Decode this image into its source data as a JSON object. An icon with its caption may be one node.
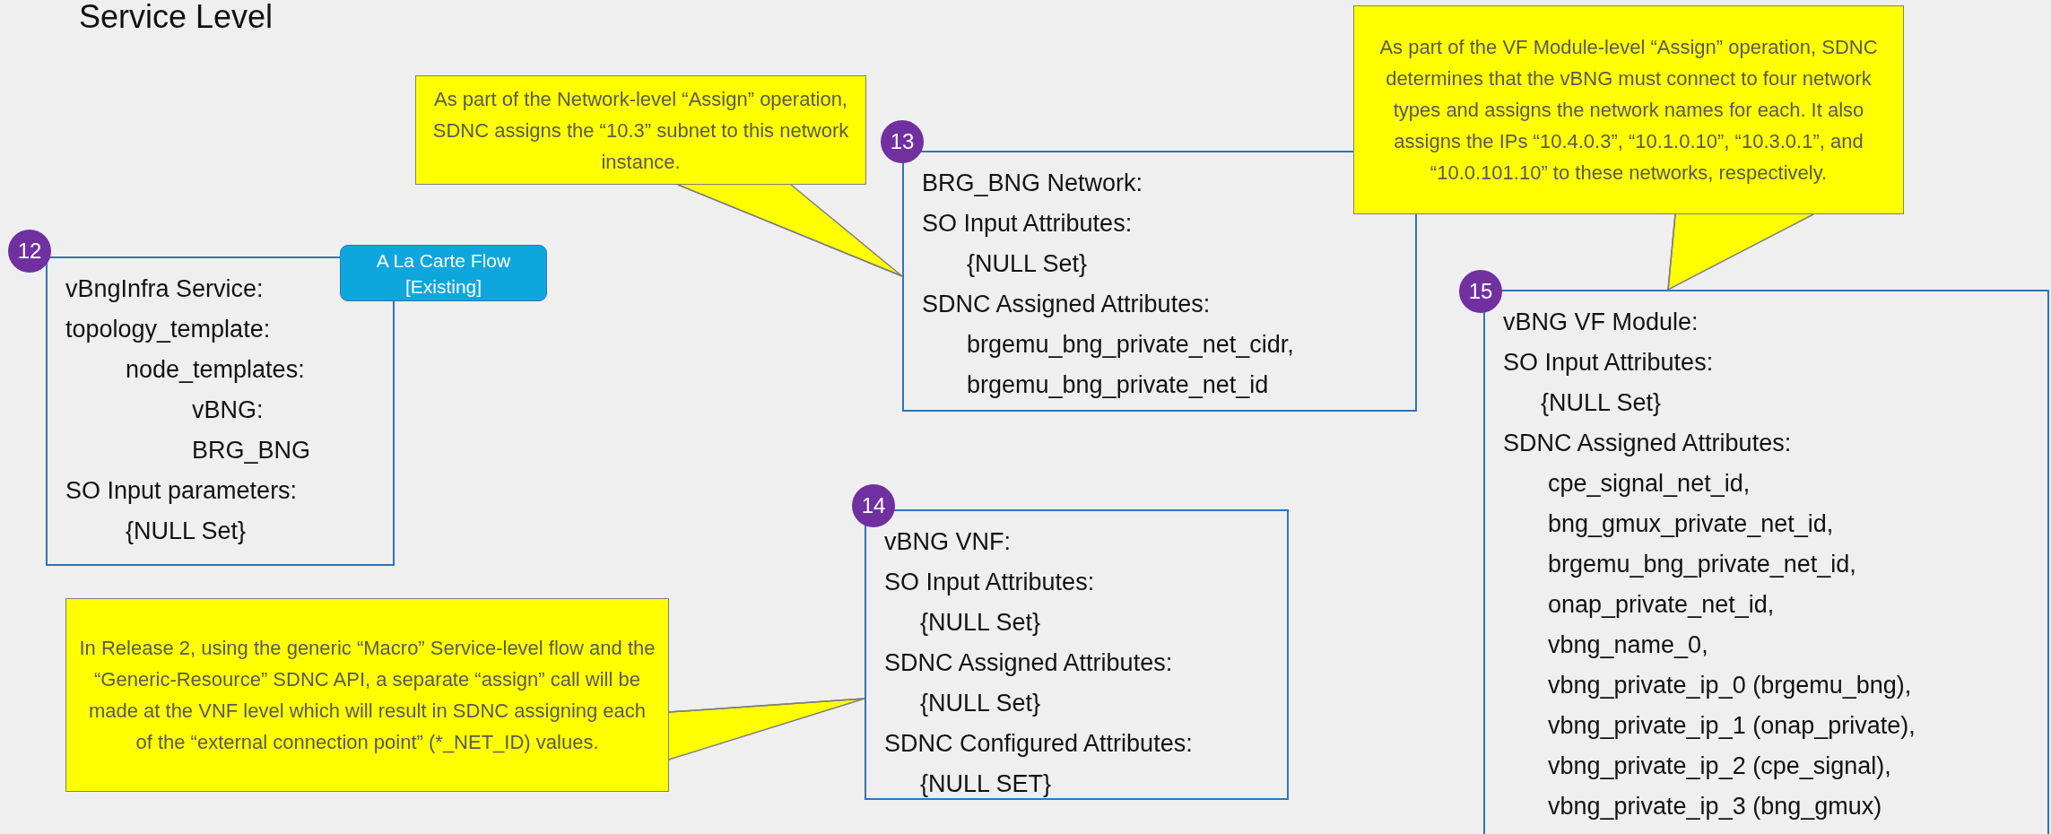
{
  "diagram": {
    "title": "Service Level",
    "nodes": [
      {
        "text": [
          "12"
        ]
      },
      {
        "text": [
          "vBngInfra Service:",
          "topology_template:",
          "node_templates:",
          "vBNG:",
          "BRG_BNG",
          "SO Input parameters:",
          "{NULL Set}"
        ]
      },
      {
        "text": [
          "A La Carte Flow [Existing]"
        ]
      },
      {
        "text": [
          "As part of the Network-level “Assign” operation, SDNC assigns the “10.3” subnet to this network instance."
        ]
      },
      {
        "text": [
          "13"
        ]
      },
      {
        "text": [
          "BRG_BNG Network:",
          "SO Input Attributes:",
          "{NULL Set}",
          "SDNC Assigned Attributes:",
          "brgemu_bng_private_net_cidr,",
          "brgemu_bng_private_net_id"
        ]
      },
      {
        "text": [
          "As part of the VF Module-level “Assign” operation, SDNC determines that the vBNG must connect to four network types and assigns the network names for each. It also assigns the IPs “10.4.0.3”, “10.1.0.10”, “10.3.0.1”, and “10.0.101.10” to these networks, respectively."
        ]
      },
      {
        "text": [
          "15"
        ]
      },
      {
        "text": [
          "vBNG VF Module:",
          "SO Input Attributes:",
          "{NULL Set}",
          "SDNC Assigned Attributes:",
          "cpe_signal_net_id,",
          "bng_gmux_private_net_id,",
          "brgemu_bng_private_net_id,",
          "onap_private_net_id,",
          "vbng_name_0,",
          "vbng_private_ip_0 (brgemu_bng),",
          "vbng_private_ip_1 (onap_private),",
          "vbng_private_ip_2 (cpe_signal),",
          "vbng_private_ip_3 (bng_gmux)"
        ]
      },
      {
        "text": [
          "In Release 2, using the generic “Macro” Service-level flow and the “Generic-Resource” SDNC API, a separate “assign” call will be made at the VNF level which will result in SDNC assigning each of the “external connection point” (*_NET_ID) values."
        ]
      },
      {
        "text": [
          "14"
        ]
      },
      {
        "text": [
          "vBNG VNF:",
          "SO Input Attributes:",
          "{NULL Set}",
          "SDNC Assigned Attributes:",
          "{NULL Set}",
          "SDNC Configured Attributes:",
          "{NULL SET}"
        ]
      }
    ],
    "edges": [
      {
        "from": 3,
        "to": 5,
        "arrow": "none"
      },
      {
        "from": 6,
        "to": 8,
        "arrow": "none"
      },
      {
        "from": 9,
        "to": 11,
        "arrow": "none"
      }
    ]
  }
}
